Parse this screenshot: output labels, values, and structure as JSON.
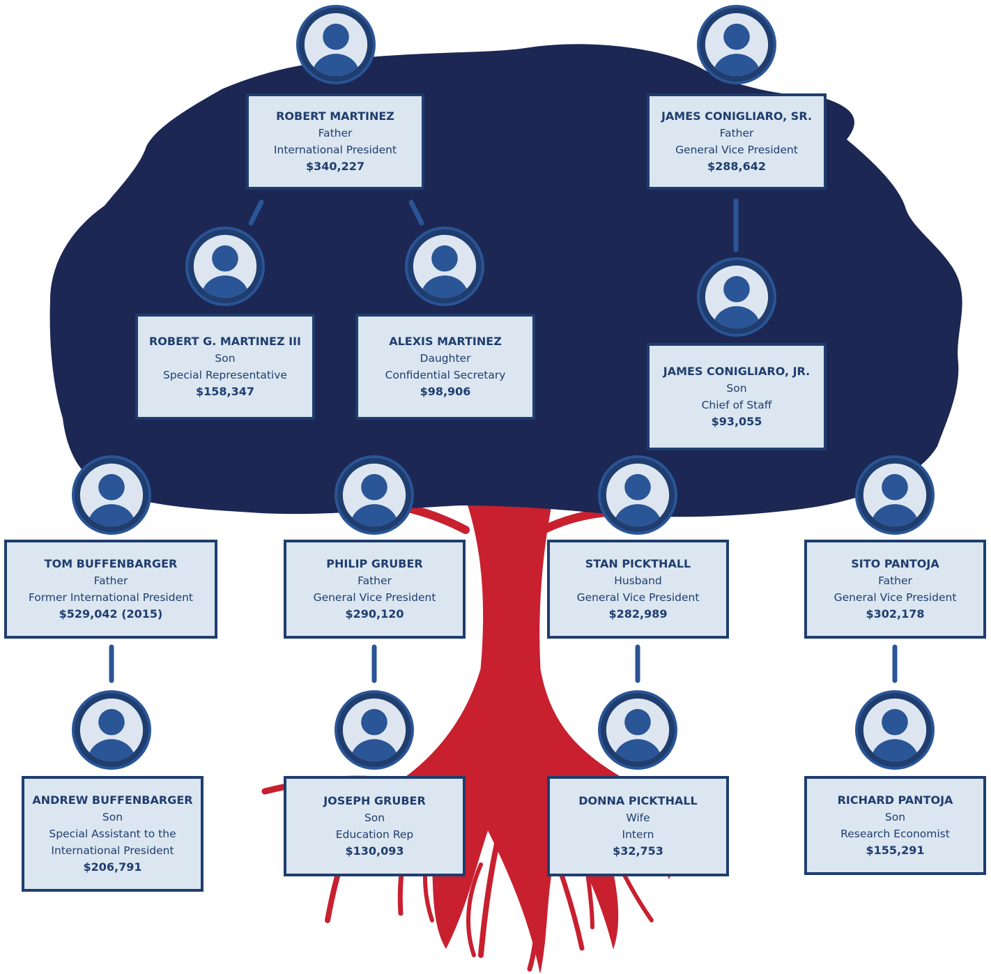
{
  "colors": {
    "canopy": "#1c2754",
    "trunk": "#c8202f",
    "card_fill": "#dbe6f1",
    "card_border": "#1f3d6e",
    "text": "#1f3d6e",
    "avatar_ring": "#2a5596",
    "avatar_bg": "#dde6f0"
  },
  "icons": {
    "person": "person-icon"
  },
  "people": [
    {
      "name": "ROBERT MARTINEZ",
      "relation": "Father",
      "title": "International President",
      "salary": "$340,227"
    },
    {
      "name": "JAMES CONIGLIARO, SR.",
      "relation": "Father",
      "title": "General Vice President",
      "salary": "$288,642"
    },
    {
      "name": "ROBERT G. MARTINEZ III",
      "relation": "Son",
      "title": "Special Representative",
      "salary": "$158,347"
    },
    {
      "name": "ALEXIS MARTINEZ",
      "relation": "Daughter",
      "title": "Confidential Secretary",
      "salary": "$98,906"
    },
    {
      "name": "JAMES CONIGLIARO, JR.",
      "relation": "Son",
      "title": "Chief of Staff",
      "salary": "$93,055"
    },
    {
      "name": "TOM BUFFENBARGER",
      "relation": "Father",
      "title": "Former International President",
      "salary": "$529,042 (2015)"
    },
    {
      "name": "PHILIP GRUBER",
      "relation": "Father",
      "title": "General Vice President",
      "salary": "$290,120"
    },
    {
      "name": "STAN PICKTHALL",
      "relation": "Husband",
      "title": "General Vice President",
      "salary": "$282,989"
    },
    {
      "name": "SITO PANTOJA",
      "relation": "Father",
      "title": "General Vice President",
      "salary": "$302,178"
    },
    {
      "name": "ANDREW BUFFENBARGER",
      "relation": "Son",
      "title": "Special Assistant to the International President",
      "salary": "$206,791"
    },
    {
      "name": "JOSEPH GRUBER",
      "relation": "Son",
      "title": "Education Rep",
      "salary": "$130,093"
    },
    {
      "name": "DONNA PICKTHALL",
      "relation": "Wife",
      "title": "Intern",
      "salary": "$32,753"
    },
    {
      "name": "RICHARD PANTOJA",
      "relation": "Son",
      "title": "Research Economist",
      "salary": "$155,291"
    }
  ]
}
